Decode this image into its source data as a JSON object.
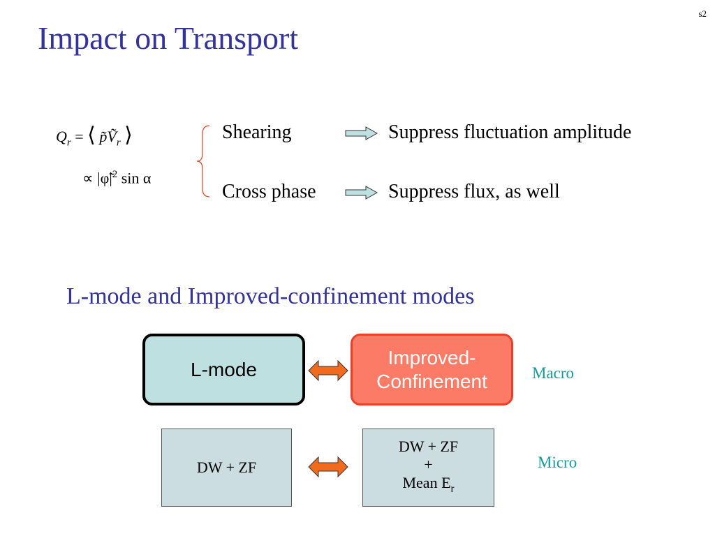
{
  "slide": {
    "number": "s2",
    "title": "Impact on Transport",
    "subtitle": "L-mode and Improved-confinement modes"
  },
  "equations": {
    "flux_lhs": "Q",
    "flux_lhs_sub": "r",
    "equals": "=",
    "flux_rhs_p": "p̃",
    "flux_rhs_v": "Ṽ",
    "flux_rhs_sub": "r",
    "proportional": "∝",
    "phi": "φ̃",
    "power": "2",
    "sin_alpha": "sin α"
  },
  "effects": [
    {
      "label": "Shearing",
      "result": "Suppress fluctuation amplitude"
    },
    {
      "label": "Cross phase",
      "result": "Suppress flux, as well"
    }
  ],
  "diagram": {
    "macro": {
      "left_label": "L-mode",
      "right_label_line1": "Improved-",
      "right_label_line2": "Confinement",
      "scale_label": "Macro"
    },
    "micro": {
      "left_label": "DW + ZF",
      "right_line1": "DW + ZF",
      "right_line2": "+",
      "right_line3": "Mean E",
      "right_line3_sub": "r",
      "scale_label": "Micro"
    }
  },
  "colors": {
    "title": "#333399",
    "lmode_fill": "#bfe0e1",
    "improved_fill": "#fb7b67",
    "micro_fill": "#ccdde2",
    "arrow_orange": "#f26b1d",
    "teal_label": "#169b9b"
  }
}
